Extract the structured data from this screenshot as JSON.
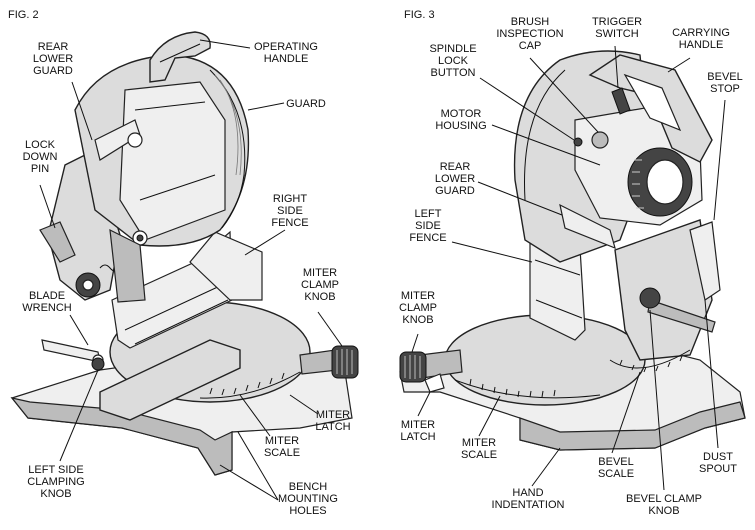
{
  "figures": [
    {
      "title": "FIG. 2",
      "labels": [
        {
          "id": "rear-lower-guard",
          "lines": [
            "REAR",
            "LOWER",
            "GUARD"
          ]
        },
        {
          "id": "operating-handle",
          "lines": [
            "OPERATING",
            "HANDLE"
          ]
        },
        {
          "id": "guard",
          "lines": [
            "GUARD"
          ]
        },
        {
          "id": "lock-down-pin",
          "lines": [
            "LOCK",
            "DOWN",
            "PIN"
          ]
        },
        {
          "id": "right-side-fence",
          "lines": [
            "RIGHT",
            "SIDE",
            "FENCE"
          ]
        },
        {
          "id": "miter-clamp-knob",
          "lines": [
            "MITER",
            "CLAMP",
            "KNOB"
          ]
        },
        {
          "id": "blade-wrench",
          "lines": [
            "BLADE",
            "WRENCH"
          ]
        },
        {
          "id": "miter-latch",
          "lines": [
            "MITER",
            "LATCH"
          ]
        },
        {
          "id": "miter-scale",
          "lines": [
            "MITER",
            "SCALE"
          ]
        },
        {
          "id": "left-side-clamping-knob",
          "lines": [
            "LEFT SIDE",
            "CLAMPING",
            "KNOB"
          ]
        },
        {
          "id": "bench-mounting-holes",
          "lines": [
            "BENCH",
            "MOUNTING",
            "HOLES"
          ]
        }
      ]
    },
    {
      "title": "FIG. 3",
      "labels": [
        {
          "id": "brush-inspection-cap",
          "lines": [
            "BRUSH",
            "INSPECTION",
            "CAP"
          ]
        },
        {
          "id": "trigger-switch",
          "lines": [
            "TRIGGER",
            "SWITCH"
          ]
        },
        {
          "id": "carrying-handle",
          "lines": [
            "CARRYING",
            "HANDLE"
          ]
        },
        {
          "id": "spindle-lock-button",
          "lines": [
            "SPINDLE",
            "LOCK",
            "BUTTON"
          ]
        },
        {
          "id": "bevel-stop",
          "lines": [
            "BEVEL",
            "STOP"
          ]
        },
        {
          "id": "motor-housing",
          "lines": [
            "MOTOR",
            "HOUSING"
          ]
        },
        {
          "id": "rear-lower-guard-2",
          "lines": [
            "REAR",
            "LOWER",
            "GUARD"
          ]
        },
        {
          "id": "left-side-fence",
          "lines": [
            "LEFT",
            "SIDE",
            "FENCE"
          ]
        },
        {
          "id": "miter-clamp-knob-2",
          "lines": [
            "MITER",
            "CLAMP",
            "KNOB"
          ]
        },
        {
          "id": "miter-latch-2",
          "lines": [
            "MITER",
            "LATCH"
          ]
        },
        {
          "id": "miter-scale-2",
          "lines": [
            "MITER",
            "SCALE"
          ]
        },
        {
          "id": "bevel-scale",
          "lines": [
            "BEVEL",
            "SCALE"
          ]
        },
        {
          "id": "dust-spout",
          "lines": [
            "DUST",
            "SPOUT"
          ]
        },
        {
          "id": "hand-indentation",
          "lines": [
            "HAND",
            "INDENTATION"
          ]
        },
        {
          "id": "bevel-clamp-knob",
          "lines": [
            "BEVEL CLAMP",
            "KNOB"
          ]
        }
      ]
    }
  ]
}
